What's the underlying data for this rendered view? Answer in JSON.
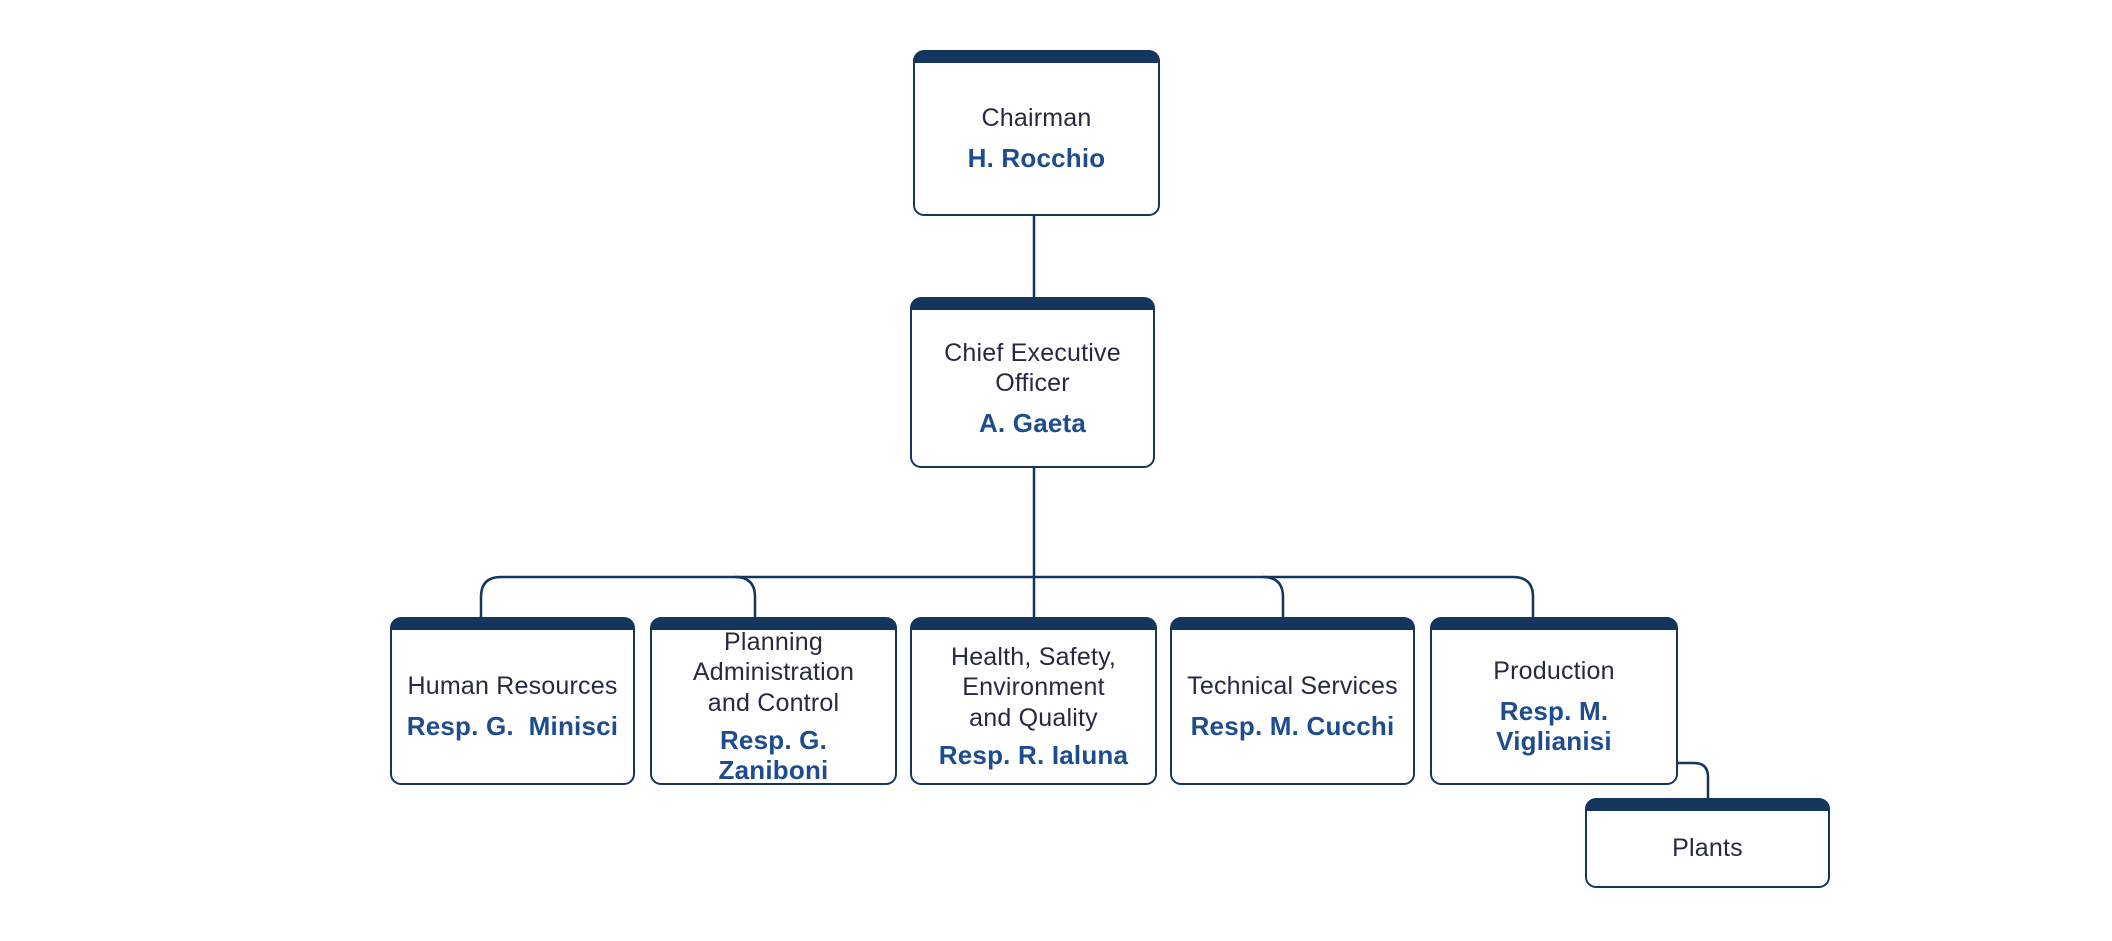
{
  "colors": {
    "background": "#ffffff",
    "line": "#14365c",
    "box_border": "#14365c",
    "box_top_bar": "#14365c",
    "title_text": "#262a40",
    "name_text": "#1d4c8f"
  },
  "nodes": {
    "chairman": {
      "title": "Chairman",
      "name": "H. Rocchio"
    },
    "ceo": {
      "title": "Chief Executive\nOfficer",
      "name": "A. Gaeta"
    },
    "human_resources": {
      "title": "Human Resources",
      "name": "Resp. G.  Minisci"
    },
    "planning": {
      "title": "Planning\nAdministration\nand Control",
      "name": "Resp. G. Zaniboni"
    },
    "hseq": {
      "title": "Health, Safety,\nEnvironment\nand Quality",
      "name": "Resp. R. Ialuna"
    },
    "technical_services": {
      "title": "Technical Services",
      "name": "Resp. M. Cucchi"
    },
    "production": {
      "title": "Production",
      "name": "Resp. M. Viglianisi"
    },
    "plants": {
      "title": "Plants"
    }
  },
  "hierarchy": {
    "edges": [
      {
        "from": "chairman",
        "to": "ceo"
      },
      {
        "from": "ceo",
        "to": "human_resources"
      },
      {
        "from": "ceo",
        "to": "planning"
      },
      {
        "from": "ceo",
        "to": "hseq"
      },
      {
        "from": "ceo",
        "to": "technical_services"
      },
      {
        "from": "ceo",
        "to": "production"
      },
      {
        "from": "production",
        "to": "plants"
      }
    ]
  }
}
